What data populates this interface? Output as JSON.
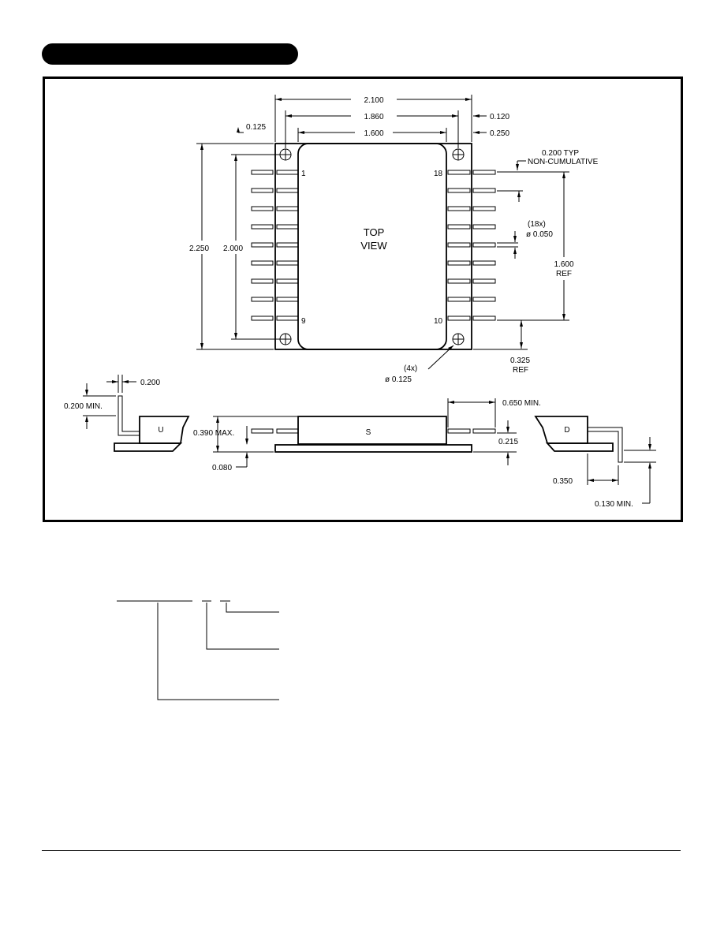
{
  "header": {
    "title": ""
  },
  "top_view": {
    "label_line1": "TOP",
    "label_line2": "VIEW",
    "pin_1": "1",
    "pin_9": "9",
    "pin_10": "10",
    "pin_18": "18"
  },
  "dimensions": {
    "overall_width": "2.100",
    "flange_hole_span": "1.860",
    "body_width": "1.600",
    "dim_0125_top": "0.125",
    "dim_0120": "0.120",
    "dim_0250": "0.250",
    "overall_height": "2.250",
    "hole_height": "2.000",
    "pitch_line1": "0.200 TYP",
    "pitch_line2": "NON-CUMULATIVE",
    "pin_dia_count": "(18x)",
    "pin_dia": "ø 0.050",
    "pin_span": "1.600",
    "pin_span_ref": "REF",
    "pin_offset": "0.325",
    "pin_offset_ref": "REF",
    "hole_count": "(4x)",
    "hole_dia": "ø 0.125"
  },
  "side_views": {
    "u_label": "U",
    "s_label": "S",
    "d_label": "D",
    "u_dim_0200_min": "0.200 MIN.",
    "u_dim_0200": "0.200",
    "s_height": "0.390 MAX.",
    "s_base": "0.080",
    "s_pin_length": "0.650 MIN.",
    "s_pin_height": "0.215",
    "d_dim_0350": "0.350",
    "d_dim_0130_min": "0.130 MIN."
  }
}
